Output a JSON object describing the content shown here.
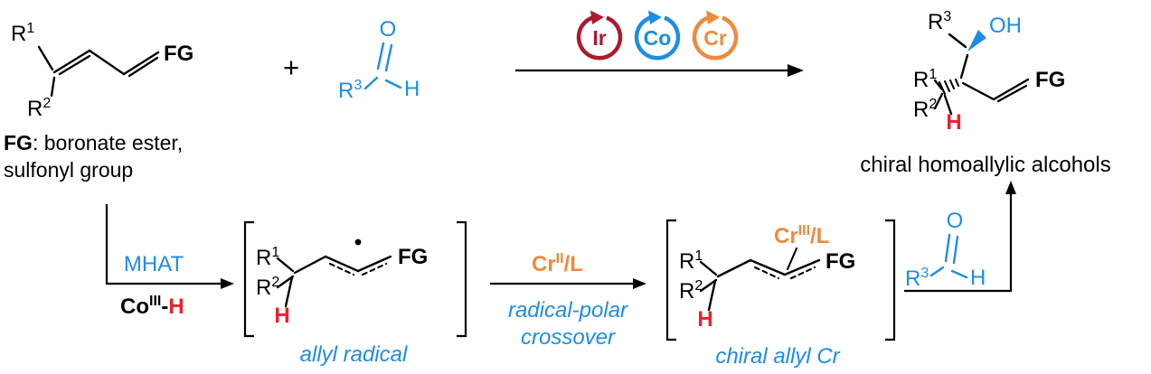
{
  "colors": {
    "blue": "#1d8de4",
    "orange": "#f08a3c",
    "dark_red": "#ad1a2d",
    "red": "#e8222d",
    "black": "#000000"
  },
  "reactants": {
    "diene": {
      "r1_base": "R",
      "r1_sup": "1",
      "r2_base": "R",
      "r2_sup": "2",
      "fg": "FG"
    },
    "plus": "+",
    "aldehyde": {
      "o": "O",
      "r3_base": "R",
      "r3_sup": "3",
      "h": "H"
    }
  },
  "catalysts": {
    "ir": "Ir",
    "co": "Co",
    "cr": "Cr"
  },
  "product": {
    "r3_base": "R",
    "r3_sup": "3",
    "oh": "OH",
    "r1_base": "R",
    "r1_sup": "1",
    "r2_base": "R",
    "r2_sup": "2",
    "h": "H",
    "fg": "FG",
    "caption": "chiral homoallylic alcohols"
  },
  "legend": {
    "fg": "FG",
    "rest": ": boronate ester,",
    "line2": "sulfonyl group"
  },
  "mhat_step": {
    "label": "MHAT",
    "co": "Co",
    "co_sup": "III",
    "dash": "-",
    "h": "H"
  },
  "allyl_radical": {
    "r1_base": "R",
    "r1_sup": "1",
    "r2_base": "R",
    "r2_sup": "2",
    "h": "H",
    "fg": "FG",
    "caption": "allyl radical"
  },
  "crossover_step": {
    "cr": "Cr",
    "cr_sup": "II",
    "ligand": "/L",
    "line1": "radical-polar",
    "line2": "crossover"
  },
  "chiral_allyl_cr": {
    "r1_base": "R",
    "r1_sup": "1",
    "r2_base": "R",
    "r2_sup": "2",
    "h": "H",
    "fg": "FG",
    "cr": "Cr",
    "cr_sup": "III",
    "ligand": "/L",
    "caption": "chiral allyl Cr"
  },
  "aldehyde2": {
    "o": "O",
    "r3_base": "R",
    "r3_sup": "3",
    "h": "H"
  }
}
